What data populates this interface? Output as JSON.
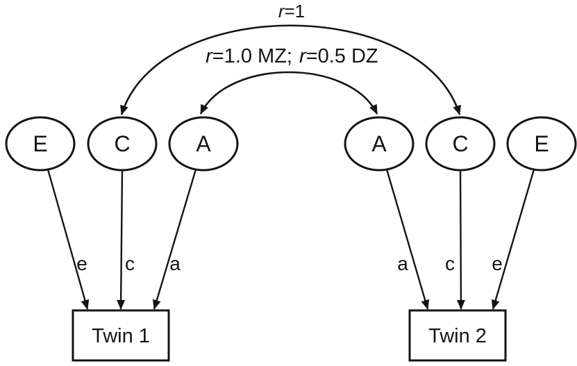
{
  "correlations": {
    "c_arc": {
      "r": "r",
      "value": "=1"
    },
    "a_arc": {
      "r1": "r",
      "value1": "=1.0 MZ;",
      "r2": "r",
      "value2": "=0.5 DZ"
    }
  },
  "twin1": {
    "latents": [
      "E",
      "C",
      "A"
    ],
    "coefficients": [
      "e",
      "c",
      "a"
    ],
    "box_label": "Twin 1"
  },
  "twin2": {
    "latents": [
      "A",
      "C",
      "E"
    ],
    "coefficients": [
      "a",
      "c",
      "e"
    ],
    "box_label": "Twin 2"
  },
  "colors": {
    "ink": "#141414",
    "background": "#ffffff"
  }
}
